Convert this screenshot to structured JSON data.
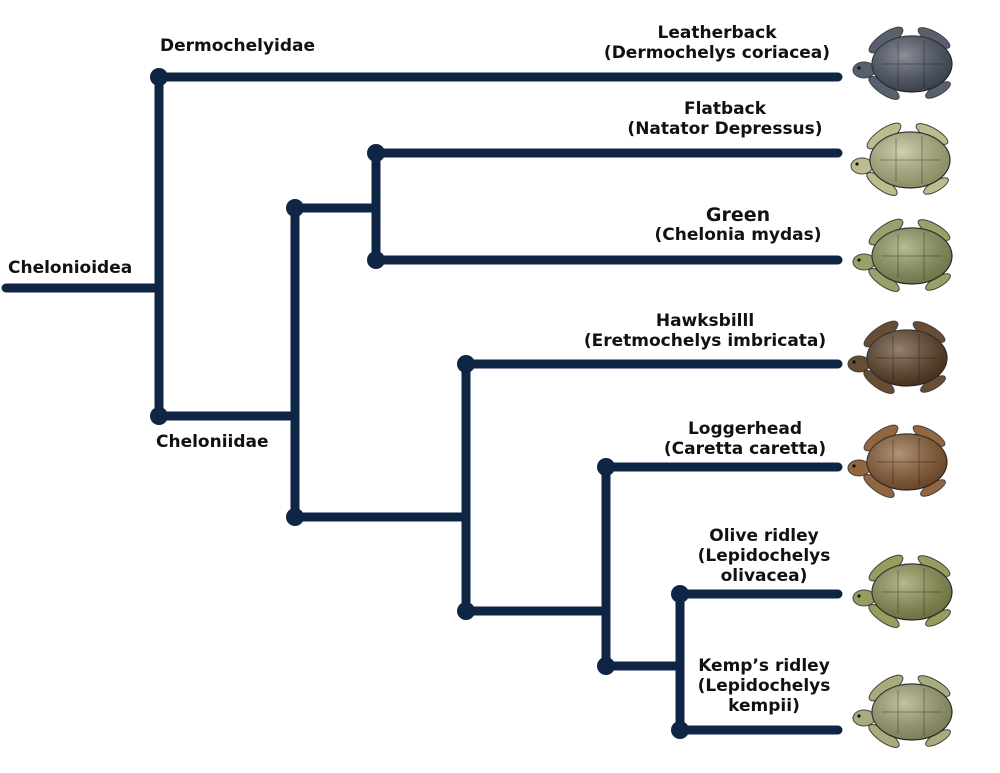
{
  "colors": {
    "branch": "#0f2546",
    "text": "#111111",
    "leatherback": "#4a5262",
    "flatback": "#b7b784",
    "green": "#8f9a5e",
    "hawksbill": "#5a3e22",
    "loggerhead": "#8a5a30",
    "olive_ridley": "#8f9452",
    "kemps_ridley": "#a3a473"
  },
  "nodes": {
    "root": "Chelonioidea",
    "dermochelyidae": "Dermochelyidae",
    "cheloniidae": "Cheloniidae"
  },
  "species": [
    {
      "id": "leatherback",
      "common": "Leatherback",
      "scientific": "(Dermochelys coriacea)",
      "icon": "leatherback-turtle-illustration"
    },
    {
      "id": "flatback",
      "common": "Flatback",
      "scientific": "(Natator Depressus)",
      "icon": "flatback-turtle-illustration"
    },
    {
      "id": "green",
      "common": "Green",
      "scientific": "(Chelonia mydas)",
      "icon": "green-turtle-illustration"
    },
    {
      "id": "hawksbill",
      "common": "Hawksbilll",
      "scientific": "(Eretmochelys imbricata)",
      "icon": "hawksbill-turtle-illustration"
    },
    {
      "id": "loggerhead",
      "common": "Loggerhead",
      "scientific": "(Caretta caretta)",
      "icon": "loggerhead-turtle-illustration"
    },
    {
      "id": "olive_ridley",
      "common": "Olive ridley",
      "scientific_lines": [
        "(Lepidochelys",
        "olivacea)"
      ],
      "icon": "olive-ridley-turtle-illustration"
    },
    {
      "id": "kemps_ridley",
      "common": "Kemp’s ridley",
      "scientific_lines": [
        "(Lepidochelys",
        "kempii)"
      ],
      "icon": "kemps-ridley-turtle-illustration"
    }
  ]
}
